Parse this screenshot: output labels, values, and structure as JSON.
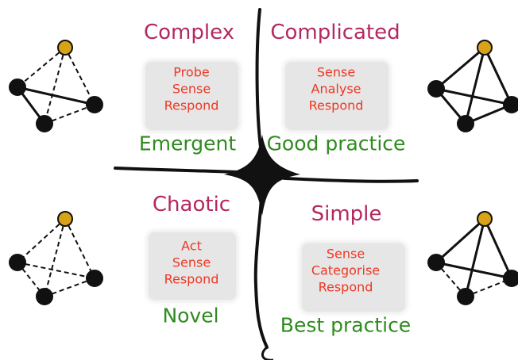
{
  "colors": {
    "title": "#b3285f",
    "action": "#ee3724",
    "practice": "#2e8b1e",
    "node_highlight": "#d9a318",
    "node": "#111111",
    "line": "#111111",
    "cloud": "#e6e6e6"
  },
  "domains": {
    "complex": {
      "title": "Complex",
      "actions": [
        "Probe",
        "Sense",
        "Respond"
      ],
      "practice": "Emergent"
    },
    "complicated": {
      "title": "Complicated",
      "actions": [
        "Sense",
        "Analyse",
        "Respond"
      ],
      "practice": "Good practice"
    },
    "chaotic": {
      "title": "Chaotic",
      "actions": [
        "Act",
        "Sense",
        "Respond"
      ],
      "practice": "Novel"
    },
    "simple": {
      "title": "Simple",
      "actions": [
        "Sense",
        "Categorise",
        "Respond"
      ],
      "practice": "Best practice"
    }
  },
  "graph_icons": {
    "complex": {
      "edge_styles": [
        "dashed",
        "dashed",
        "dashed",
        "solid",
        "solid",
        "dashed"
      ]
    },
    "complicated": {
      "edge_styles": [
        "solid",
        "solid",
        "solid",
        "solid",
        "solid",
        "solid"
      ]
    },
    "chaotic": {
      "edge_styles": [
        "dashed",
        "dashed",
        "dashed",
        "dashed",
        "dashed",
        "dashed"
      ]
    },
    "simple": {
      "edge_styles": [
        "solid",
        "solid",
        "solid",
        "dashed",
        "solid",
        "dashed"
      ]
    }
  }
}
